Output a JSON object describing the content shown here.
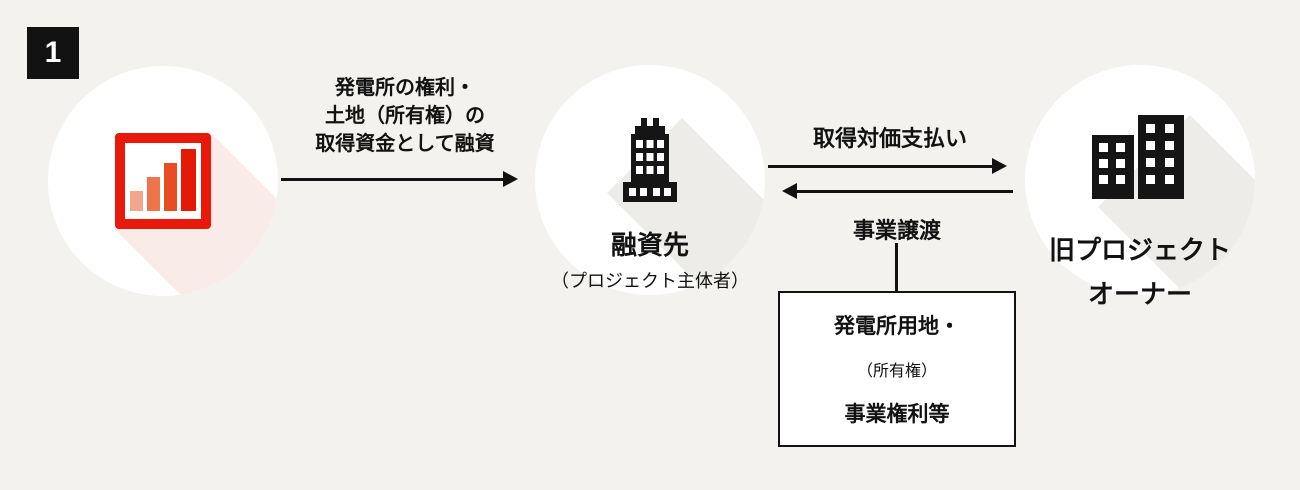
{
  "colors": {
    "background": "#f3f2ef",
    "ink": "#121212",
    "accent_red": "#e8180a",
    "logo_bar_tints": [
      "#f4a58d",
      "#ee744b",
      "#e94b22",
      "#e41a06"
    ],
    "shadow_pink": "#f9ece8",
    "shadow_gray": "#eeece9"
  },
  "badge": {
    "number": "1"
  },
  "nodes": {
    "lender": {
      "icon": "bar-chart-logo"
    },
    "borrower": {
      "icon": "office-building",
      "title": "融資先",
      "subtitle": "（プロジェクト主体者）"
    },
    "old_owner": {
      "icon": "two-buildings",
      "title_line1": "旧プロジェクト",
      "title_line2": "オーナー"
    }
  },
  "arrows": {
    "loan": {
      "direction": "left-to-right",
      "label_lines": [
        "発電所の権利・",
        "土地（所有権）の",
        "取得資金として融資"
      ]
    },
    "payment": {
      "direction": "left-to-right",
      "label": "取得対価支払い"
    },
    "transfer": {
      "direction": "right-to-left",
      "label": "事業譲渡"
    }
  },
  "asset_box": {
    "line1": "発電所用地・",
    "line2": "（所有権）",
    "line3": "事業権利等"
  }
}
